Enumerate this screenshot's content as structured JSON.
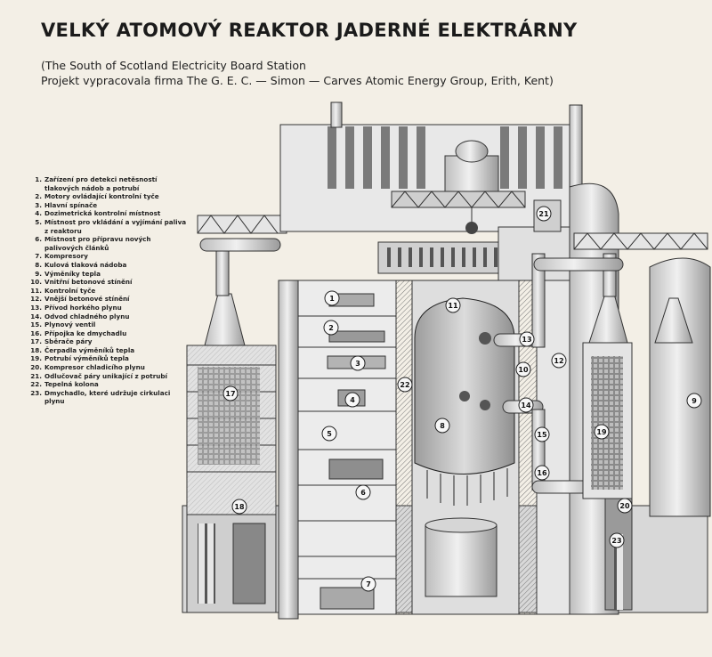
{
  "title": "VELKÝ ATOMOVÝ REAKTOR JADERNÉ ELEKTRÁRNY",
  "subtitle_line1": "(The South of Scotland Electricity Board Station",
  "subtitle_line2": "Projekt vypracovala firma The G. E. C. — Simon — Carves Atomic Energy Group, Erith, Kent)",
  "legend": [
    {
      "num": "1.",
      "text": "Zařízení pro detekci netěsností tlakových nádob a potrubí"
    },
    {
      "num": "2.",
      "text": "Motory ovládající kontrolní tyče"
    },
    {
      "num": "3.",
      "text": "Hlavní spínače"
    },
    {
      "num": "4.",
      "text": "Dozimetrická kontrolní místnost"
    },
    {
      "num": "5.",
      "text": "Místnost pro vkládání a vyjímání paliva z reaktoru"
    },
    {
      "num": "6.",
      "text": "Místnost pro přípravu nových palivových článků"
    },
    {
      "num": "7.",
      "text": "Kompresory"
    },
    {
      "num": "8.",
      "text": "Kulová tlaková nádoba"
    },
    {
      "num": "9.",
      "text": "Výměníky tepla"
    },
    {
      "num": "10.",
      "text": "Vnitřní betonové stínění"
    },
    {
      "num": "11.",
      "text": "Kontrolní tyče"
    },
    {
      "num": "12.",
      "text": "Vnější betonové stínění"
    },
    {
      "num": "13.",
      "text": "Přívod horkého plynu"
    },
    {
      "num": "14.",
      "text": "Odvod chladného plynu"
    },
    {
      "num": "15.",
      "text": "Plynový ventil"
    },
    {
      "num": "16.",
      "text": "Přípojka ke dmychadlu"
    },
    {
      "num": "17.",
      "text": "Sběrače páry"
    },
    {
      "num": "18.",
      "text": "Čerpadla výměníků tepla"
    },
    {
      "num": "19.",
      "text": "Potrubí výměníků tepla"
    },
    {
      "num": "20.",
      "text": "Kompresor chladicího plynu"
    },
    {
      "num": "21.",
      "text": "Odlučovač páry unikající z potrubí"
    },
    {
      "num": "22.",
      "text": "Tepelná kolona"
    },
    {
      "num": "23.",
      "text": "Dmychadlo, které udržuje cirkulaci plynu"
    }
  ],
  "callouts": [
    "1",
    "2",
    "3",
    "4",
    "5",
    "6",
    "7",
    "8",
    "9",
    "10",
    "11",
    "12",
    "13",
    "14",
    "15",
    "16",
    "17",
    "18",
    "19",
    "20",
    "21",
    "22",
    "23"
  ]
}
